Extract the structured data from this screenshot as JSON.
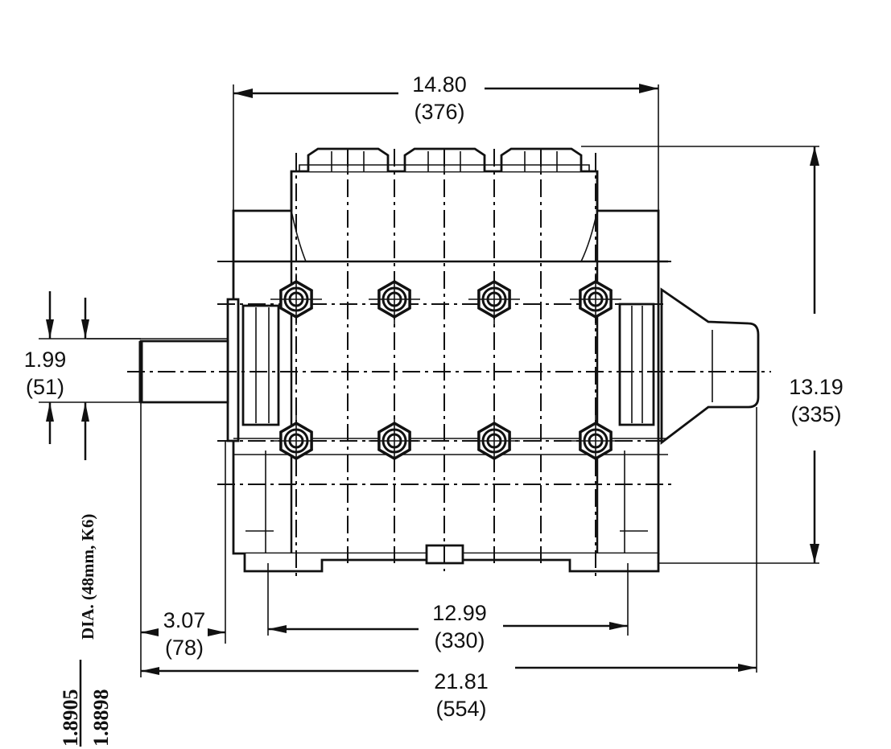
{
  "dimensions": {
    "overall_width": {
      "inch": "14.80",
      "mm": "(376)"
    },
    "height": {
      "inch": "13.19",
      "mm": "(335)"
    },
    "shaft_offset": {
      "inch": "1.99",
      "mm": "(51)"
    },
    "shaft_length": {
      "inch": "3.07",
      "mm": "(78)"
    },
    "mount_spacing": {
      "inch": "12.99",
      "mm": "(330)"
    },
    "overall_length": {
      "inch": "21.81",
      "mm": "(554)"
    }
  },
  "shaft": {
    "dia_label": "DIA. (48mm, K6)",
    "tolerance_upper": "1.8905",
    "tolerance_lower": "1.8898"
  },
  "bolts": {
    "top_row": [
      "nut",
      "nut",
      "nut",
      "nut"
    ],
    "bottom_row": [
      "nut",
      "nut",
      "nut",
      "nut"
    ]
  }
}
